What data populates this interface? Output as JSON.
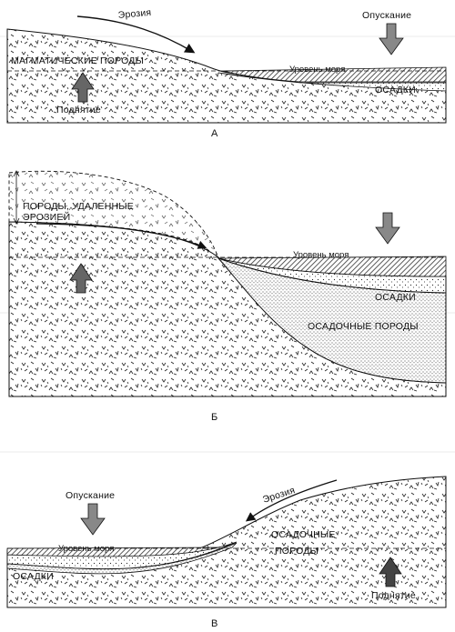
{
  "panel_a": {
    "letter": "А",
    "erosion": "Эрозия",
    "subsidence": "Опускание",
    "igneous_rocks": "МАГМАТИЧЕСКИЕ ПОРОДЫ",
    "sea_level": "Уровень моря",
    "sediments": "ОСАДКИ",
    "uplift": "Поднятие"
  },
  "panel_b": {
    "letter": "Б",
    "eroded_rocks_line1": "ПОРОДЫ, УДАЛЕННЫЕ",
    "eroded_rocks_line2": "ЭРОЗИЕЙ",
    "sea_level": "Уровень моря",
    "sediments": "ОСАДКИ",
    "sedimentary_rocks": "ОСАДОЧНЫЕ ПОРОДЫ"
  },
  "panel_c": {
    "letter": "В",
    "subsidence": "Опускание",
    "erosion": "Эрозия",
    "sedimentary_rocks_line1": "ОСАДОЧНЫЕ",
    "sedimentary_rocks_line2": "ПОРОДЫ",
    "sea_level": "Уровень моря",
    "sediments": "ОСАДКИ",
    "uplift": "Поднятие"
  },
  "colors": {
    "ink": "#111111",
    "paper": "#ffffff",
    "hatch": "#333333",
    "faint_guide": "#d8d8d8"
  }
}
